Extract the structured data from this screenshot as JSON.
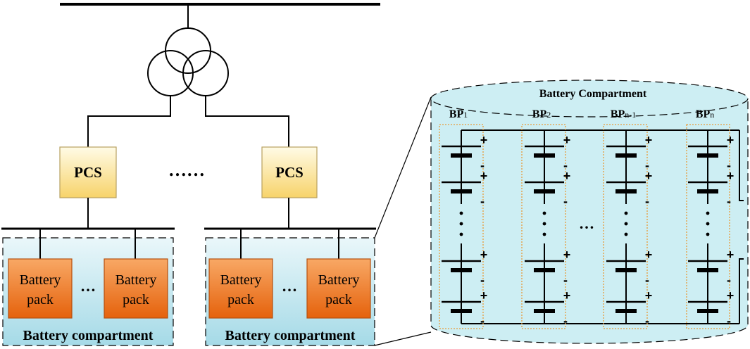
{
  "colors": {
    "line": "#000000",
    "pcs_fill_top": "#fffbe6",
    "pcs_fill_bottom": "#f7d36a",
    "pcs_stroke": "#b8a060",
    "pack_fill_top": "#f7a05a",
    "pack_fill_bottom": "#e86a10",
    "pack_stroke": "#b55010",
    "compartment_fill_top": "#e4f5f9",
    "compartment_fill_bottom": "#a8dce8",
    "cylinder_fill": "#cdeef3",
    "bp_box_stroke": "#e89a3a"
  },
  "pcs": {
    "left_label": "PCS",
    "right_label": "PCS",
    "ellipsis": "……"
  },
  "compartments": [
    {
      "title": "Battery compartment",
      "packs": [
        {
          "line1": "Battery",
          "line2": "pack"
        },
        {
          "line1": "Battery",
          "line2": "pack"
        }
      ],
      "ellipsis": "…"
    },
    {
      "title": "Battery compartment",
      "packs": [
        {
          "line1": "Battery",
          "line2": "pack"
        },
        {
          "line1": "Battery",
          "line2": "pack"
        }
      ],
      "ellipsis": "…"
    }
  ],
  "detail": {
    "title": "Battery Compartment",
    "middle_ellipsis": "…",
    "plus": "+",
    "minus": "-",
    "columns": [
      {
        "base": "BP",
        "sub": "1"
      },
      {
        "base": "BP",
        "sub": "2"
      },
      {
        "base": "BP",
        "sub": "n-1"
      },
      {
        "base": "BP",
        "sub": "n"
      }
    ]
  }
}
